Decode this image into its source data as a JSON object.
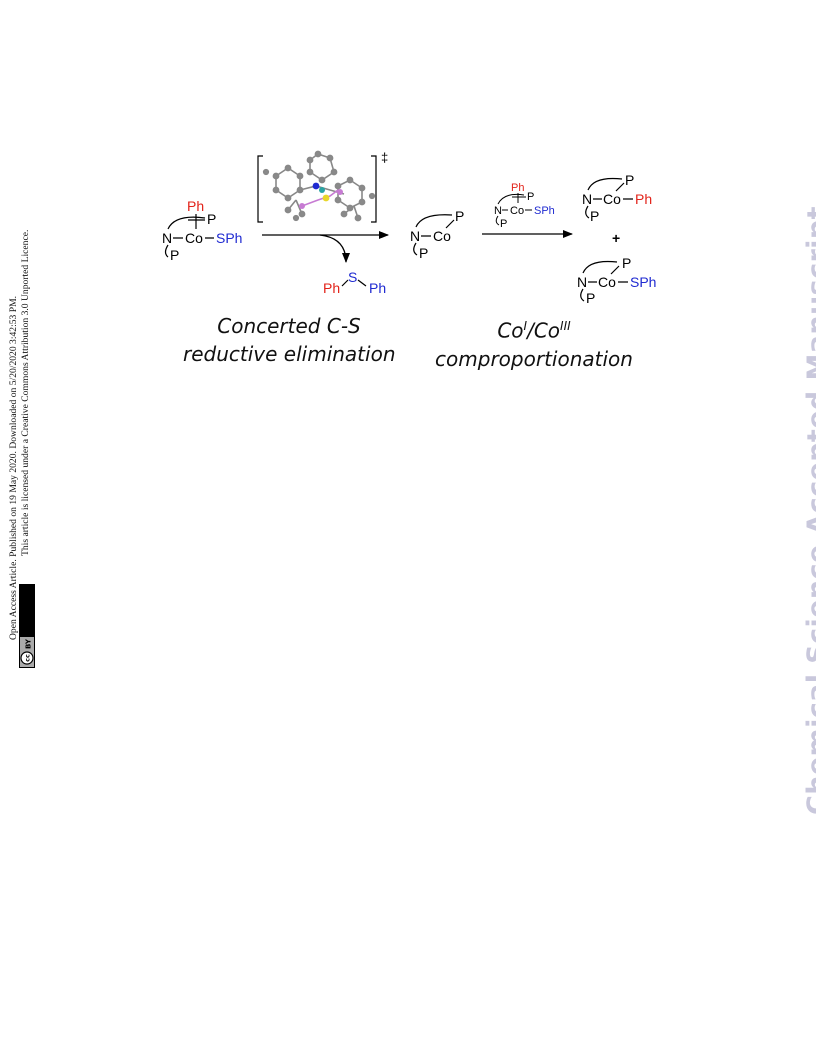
{
  "sidebar": {
    "line1": "Open Access Article. Published on 19 May 2020. Downloaded on 5/20/2020 3:42:53 PM.",
    "line2": "This article is licensed under a Creative Commons Attribution 3.0 Unported Licence.",
    "badge": {
      "cc": "cc",
      "by": "BY"
    }
  },
  "watermark": "Chemical Science Accepted Manuscript",
  "scheme": {
    "dagger": "‡",
    "atoms": {
      "N": "N",
      "Co": "Co",
      "P": "P",
      "Ph": "Ph",
      "SPh": "SPh",
      "S": "S",
      "plus": "+"
    },
    "caption_left": {
      "line1": "Concerted C-S",
      "line2": "reductive elimination"
    },
    "caption_right": {
      "co1": "Co",
      "sup1": "I",
      "slash": "/Co",
      "sup2": "III",
      "line2": "comproportionation"
    }
  },
  "colors": {
    "red": "#e2231a",
    "blue": "#1f2ad1",
    "watermark": "#c9c8dc"
  }
}
